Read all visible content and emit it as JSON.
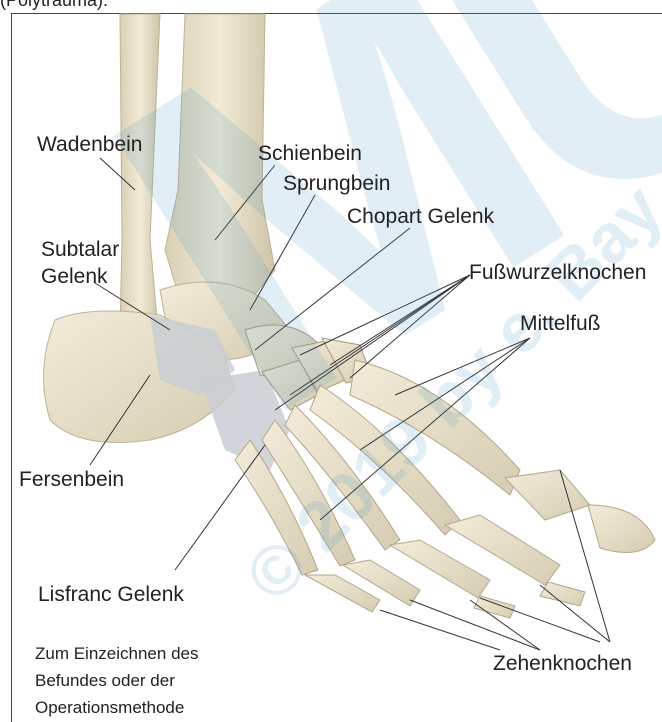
{
  "caption_top": "(Polytrauma).",
  "labels": {
    "wadenbein": "Wadenbein",
    "schienbein": "Schienbein",
    "sprungbein": "Sprungbein",
    "chopart": "Chopart Gelenk",
    "subtalar": "Subtalar\nGelenk",
    "fusswurzel": "Fußwurzelknochen",
    "mittelfuss": "Mittelfuß",
    "fersenbein": "Fersenbein",
    "lisfranc": "Lisfranc Gelenk",
    "zehen": "Zehenknochen"
  },
  "note": "Zum Einzeichnen des\nBefundes oder der\nOperationsmethode",
  "watermark": {
    "big": "MUS",
    "copyright": "© 2019 by e. Bay",
    "color": "#4696be"
  },
  "colors": {
    "bone": "#e9e1cc",
    "bone_shade": "#c9bea4",
    "cartilage": "#c7ccd0",
    "line": "#333333"
  }
}
